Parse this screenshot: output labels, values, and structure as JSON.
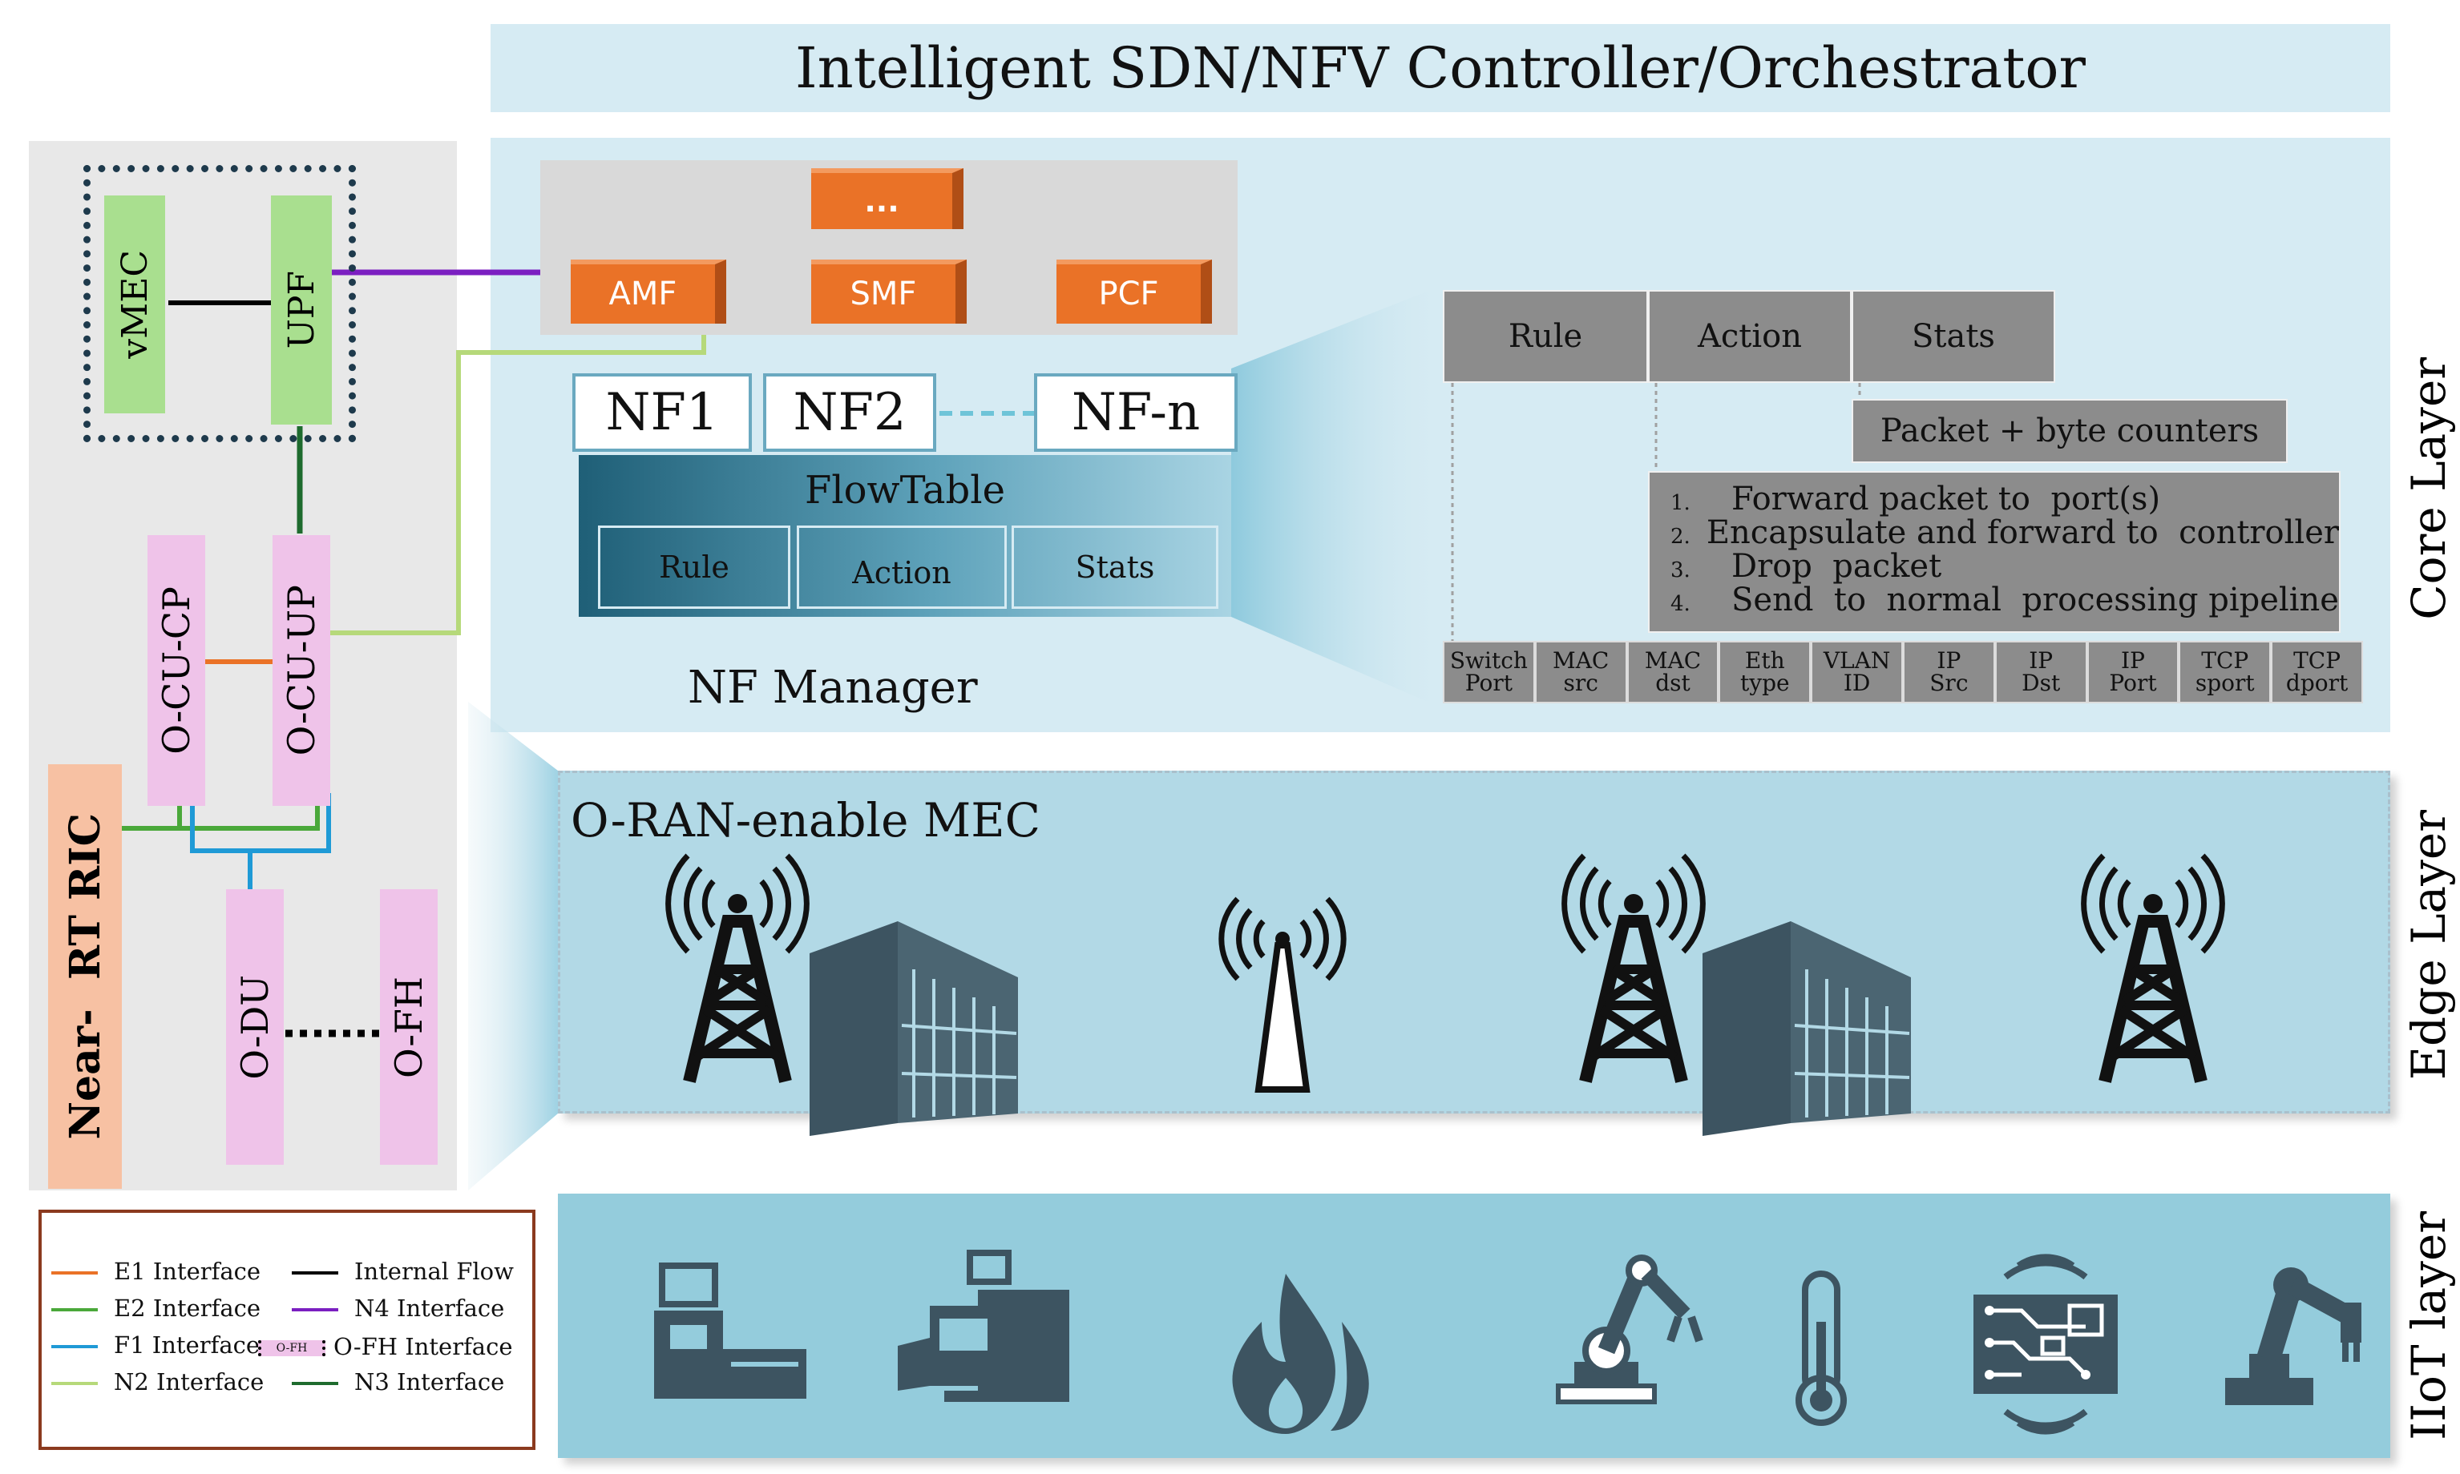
{
  "title": "Intelligent SDN/NFV Controller/Orchestrator",
  "left": {
    "vmec": "vMEC",
    "upf": "UPF",
    "ocu_cp": "O-CU-CP",
    "ocu_up": "O-CU-UP",
    "odu": "O-DU",
    "ofh": "O-FH",
    "ric": "Near-  RT RIC"
  },
  "core": {
    "functions": [
      "AMF",
      "SMF",
      "PCF"
    ],
    "more": "...",
    "nfs": [
      "NF1",
      "NF2",
      "NF-n"
    ],
    "flowtable": {
      "title": "FlowTable",
      "cells": [
        "Rule",
        "Action",
        "Stats"
      ]
    },
    "nf_manager": "NF Manager",
    "detail": {
      "cells": [
        "Rule",
        "Action",
        "Stats"
      ],
      "counters": "Packet + byte counters",
      "actions": [
        {
          "num": "1.",
          "text": "Forward packet to  port(s)"
        },
        {
          "num": "2.",
          "text": "Encapsulate and forward to  controller"
        },
        {
          "num": "3.",
          "text": "Drop  packet"
        },
        {
          "num": "4.",
          "text": "Send  to  normal  processing pipeline"
        }
      ],
      "headers": [
        [
          "Switch",
          "Port"
        ],
        [
          "MAC",
          "src"
        ],
        [
          "MAC",
          "dst"
        ],
        [
          "Eth",
          "type"
        ],
        [
          "VLAN",
          "ID"
        ],
        [
          "IP",
          "Src"
        ],
        [
          "IP",
          "Dst"
        ],
        [
          "IP",
          "Port"
        ],
        [
          "TCP",
          "sport"
        ],
        [
          "TCP",
          "dport"
        ]
      ]
    }
  },
  "edge": {
    "label": "O-RAN-enable MEC"
  },
  "layers": {
    "core": "Core Layer",
    "edge": "Edge Layer",
    "iiot": "IIoT layer"
  },
  "legend": {
    "items": [
      {
        "label": "E1 Interface",
        "color": "#ea7227"
      },
      {
        "label": "E2 Interface",
        "color": "#4aa83a"
      },
      {
        "label": "F1 Interface",
        "color": "#1f9ad6"
      },
      {
        "label": "N2 Interface",
        "color": "#b6d97a"
      },
      {
        "label": "Internal Flow",
        "color": "#000000"
      },
      {
        "label": "N4 Interface",
        "color": "#7b1fc1"
      },
      {
        "label": "O-FH Interface",
        "color": "#000000"
      },
      {
        "label": "N3 Interface",
        "color": "#1e6b2e"
      }
    ],
    "ofh_tag": "O-FH"
  },
  "colors": {
    "panel": "#d6ebf3",
    "edge_panel": "#b2d9e6",
    "iiot_panel": "#94ccdc",
    "icon": "#3d5461",
    "nf_orange": "#ea7227",
    "upf_green": "#a9df8f",
    "ocu_pink": "#efc3e9",
    "ric_salmon": "#f7c1a3"
  },
  "icons": {
    "edge": [
      "cell-tower-icon",
      "server-rack-icon",
      "antenna-icon",
      "cell-tower-icon",
      "server-rack-icon",
      "cell-tower-icon"
    ],
    "iiot": [
      "industrial-machine-icon",
      "cnc-machine-icon",
      "flame-icon",
      "robot-arm-icon",
      "thermometer-icon",
      "circuit-board-icon",
      "robot-arm-icon"
    ]
  }
}
